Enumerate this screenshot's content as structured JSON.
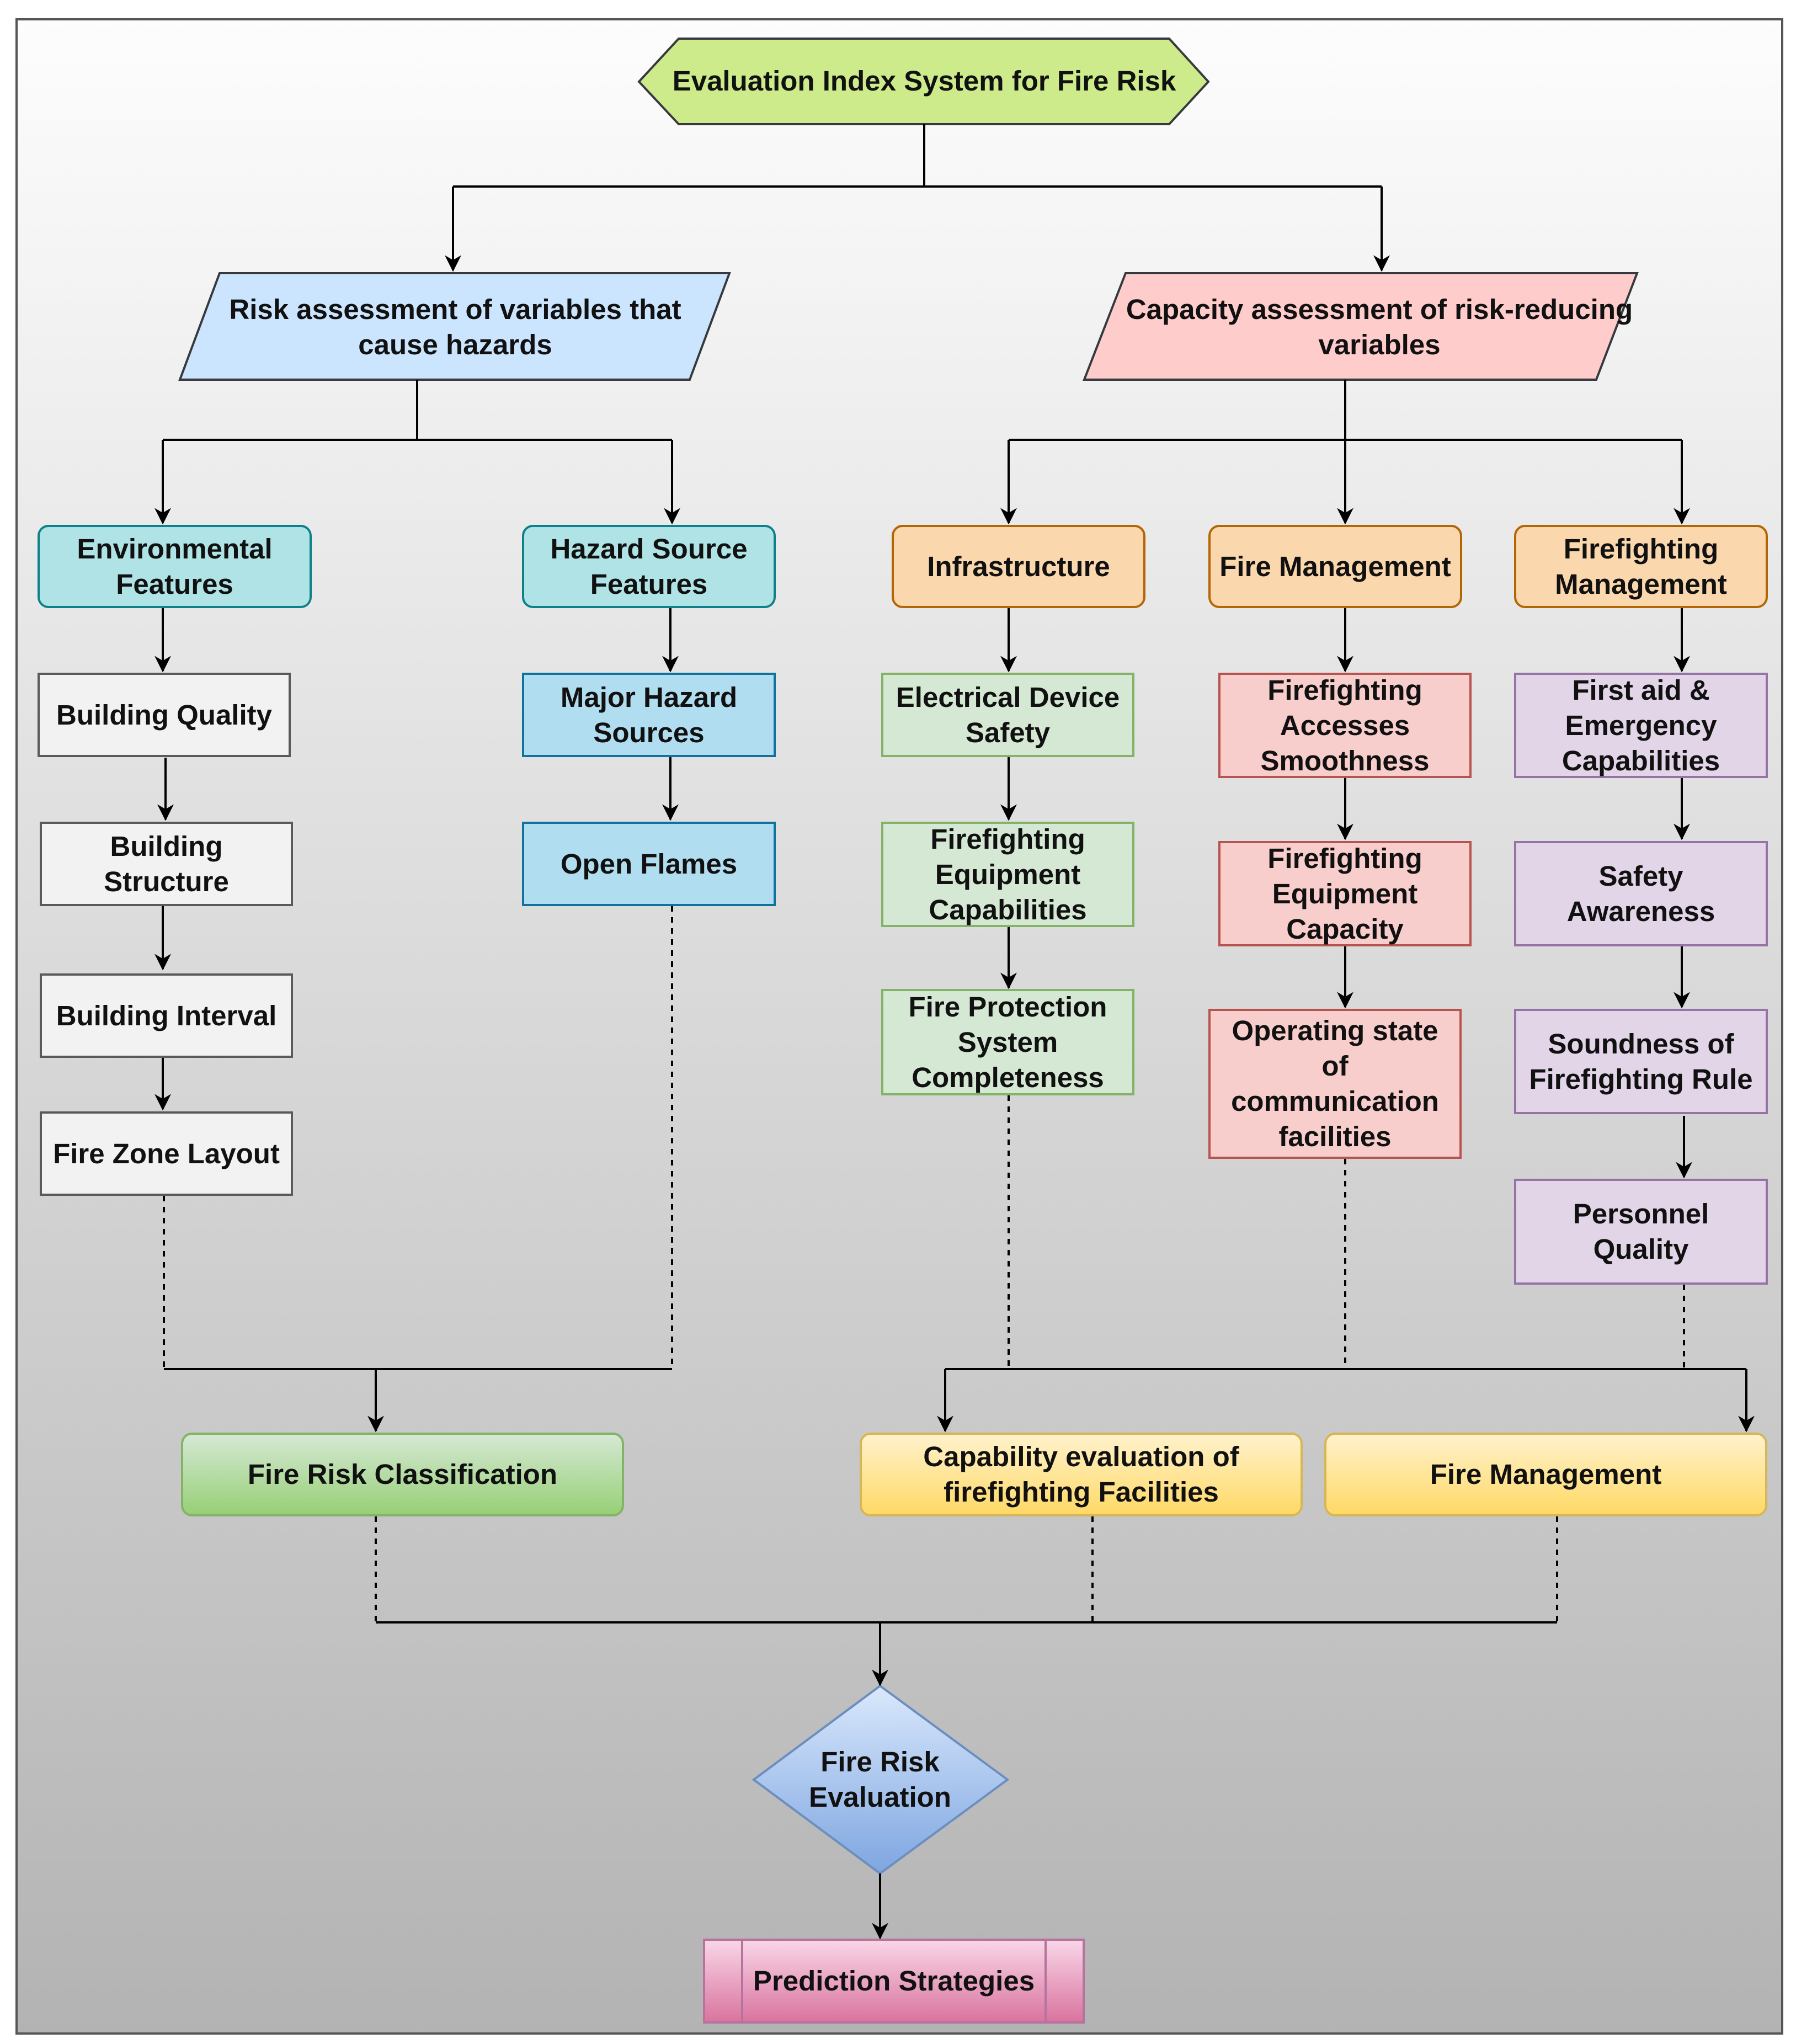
{
  "title": "Evaluation Index System for Fire Risk",
  "level1": {
    "left": "Risk assessment of variables that cause hazards",
    "right": "Capacity assessment of risk-reducing variables"
  },
  "categories": {
    "environmental": "Environmental Features",
    "hazard_source": "Hazard Source Features",
    "infrastructure": "Infrastructure",
    "fire_management": "Fire Management",
    "firefighting_management": "Firefighting Management"
  },
  "environmental_items": [
    "Building Quality",
    "Building Structure",
    "Building Interval",
    "Fire Zone Layout"
  ],
  "hazard_items": [
    "Major Hazard Sources",
    "Open Flames"
  ],
  "infrastructure_items": [
    "Electrical Device Safety",
    "Firefighting Equipment Capabilities",
    "Fire Protection System Completeness"
  ],
  "fire_management_items": [
    "Firefighting Accesses Smoothness",
    "Firefighting Equipment Capacity",
    "Operating state of communication facilities"
  ],
  "firefighting_management_items": [
    "First aid & Emergency Capabilities",
    "Safety Awareness",
    "Soundness of Firefighting Rule",
    "Personnel Quality"
  ],
  "outcomes": {
    "risk_classification": "Fire Risk Classification",
    "capability_evaluation": "Capability evaluation of firefighting Facilities",
    "fire_management": "Fire Management"
  },
  "evaluation": "Fire Risk Evaluation",
  "strategies": "Prediction Strategies",
  "colors": {
    "title_fill": "#cdeb8b",
    "left_branch_fill": "#cce5ff",
    "right_branch_fill": "#ffcccc",
    "environmental_fill": "#b0e3e6",
    "hazard_fill": "#b1ddf0",
    "infrastructure_fill": "#fad7ac",
    "green_item_fill": "#d5e8d4",
    "red_item_fill": "#f8cecc",
    "purple_item_fill": "#e1d5e7",
    "evaluation_fill": "#7ea6e0",
    "strategies_fill": "#e6a0c4"
  }
}
